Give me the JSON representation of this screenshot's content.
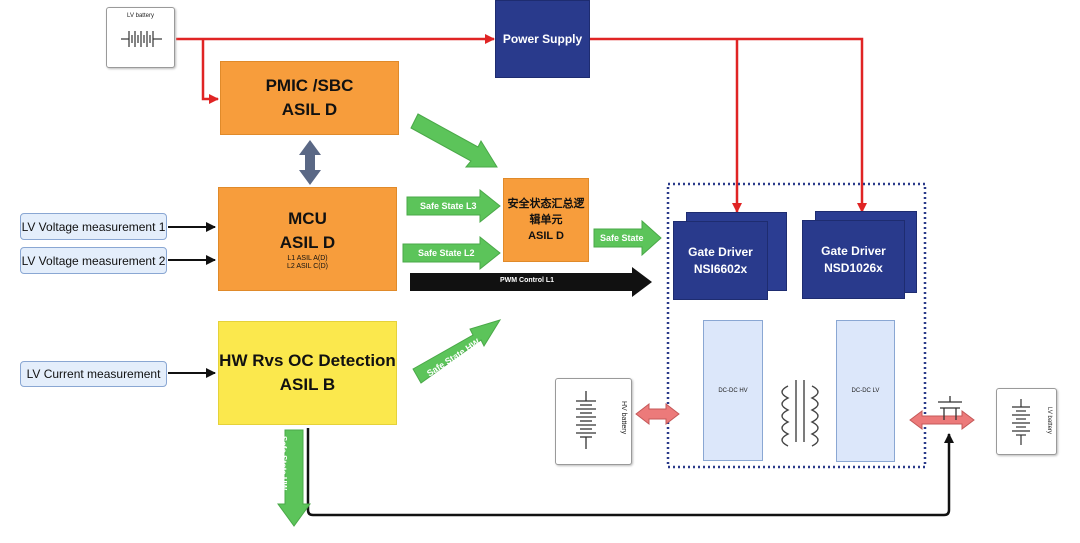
{
  "lv_battery_top": {
    "label": "LV battery"
  },
  "power_supply": {
    "label": "Power Supply"
  },
  "pmic": {
    "line1": "PMIC /SBC",
    "line2": "ASIL D"
  },
  "mcu": {
    "line1": "MCU",
    "line2": "ASIL D",
    "line3": "L1 ASIL A(D)",
    "line4": "L2 ASIL C(D)"
  },
  "hw_rvs": {
    "line1": "HW Rvs OC Detection",
    "line2": "ASIL B"
  },
  "safety_aggregator": {
    "line1": "安全状态汇总逻",
    "line2": "辑单元",
    "line3": "ASIL D"
  },
  "measurements": {
    "lv_voltage_1": "LV Voltage measurement 1",
    "lv_voltage_2": "LV Voltage measurement 2",
    "lv_current": "LV Current measurement"
  },
  "arrows": {
    "safe_state_l3_diag": "Safe State L3",
    "safe_state_l3": "Safe State L3",
    "safe_state_l2": "Safe State L2",
    "safe_state": "Safe State",
    "safe_state_hw_diag": "Safe State HW",
    "safe_state_hw_down": "Safe State HW",
    "pwm_control": "PWM Control L1"
  },
  "gate_driver_1": {
    "line1": "Gate Driver",
    "line2": "NSI6602x"
  },
  "gate_driver_2": {
    "line1": "Gate Driver",
    "line2": "NSD1026x"
  },
  "dcdc_hv": {
    "label": "DC-DC HV"
  },
  "dcdc_lv": {
    "label": "DC-DC LV"
  },
  "hv_battery": {
    "label": "HV battery"
  },
  "lv_battery_right": {
    "label": "LV battery"
  },
  "colors": {
    "power_line": "#e02424",
    "navy": "#293a8c",
    "green_arrow": "#5cc45a",
    "orange": "#f79d3c",
    "yellow": "#fbe84d"
  }
}
